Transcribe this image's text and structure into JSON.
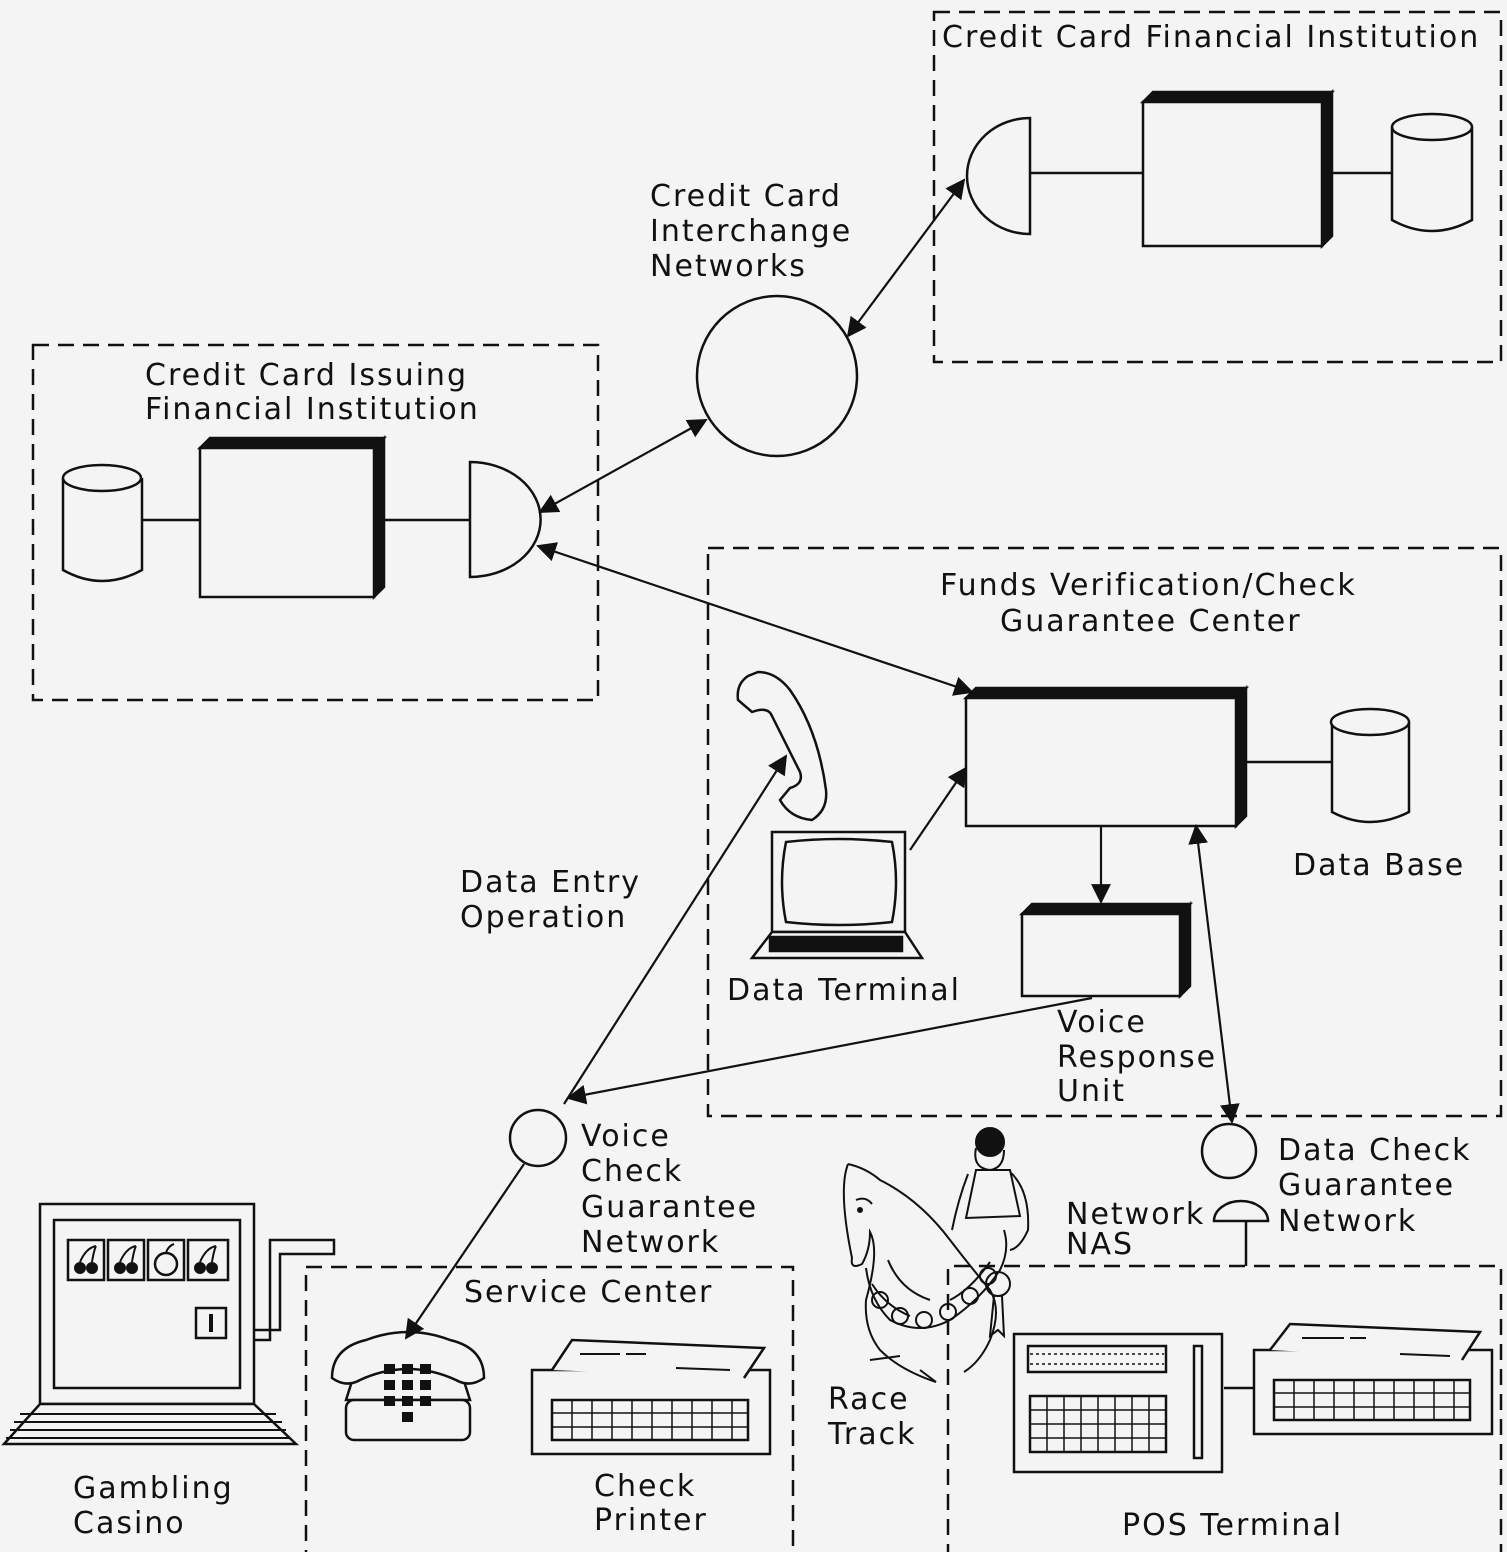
{
  "labels": {
    "cc_financial_institution": "Credit Card Financial Institution",
    "interchange_line1": "Credit Card",
    "interchange_line2": "Interchange",
    "interchange_line3": "Networks",
    "issuing_line1": "Credit Card Issuing",
    "issuing_line2": "Financial Institution",
    "funds_line1": "Funds Verification/Check",
    "funds_line2": "Guarantee Center",
    "data_base": "Data Base",
    "data_entry_line1": "Data Entry",
    "data_entry_line2": "Operation",
    "data_terminal": "Data Terminal",
    "vru_line1": "Voice",
    "vru_line2": "Response",
    "vru_line3": "Unit",
    "voice_net_line1": "Voice",
    "voice_net_line2": "Check",
    "voice_net_line3": "Guarantee",
    "voice_net_line4": "Network",
    "data_net_line1": "Data Check",
    "data_net_line2": "Guarantee",
    "data_net_line3": "Network",
    "nas_line1": "Network",
    "nas_line2": "NAS",
    "service_center": "Service Center",
    "check_printer_line1": "Check",
    "check_printer_line2": "Printer",
    "race_line1": "Race",
    "race_line2": "Track",
    "casino_line1": "Gambling",
    "casino_line2": "Casino",
    "pos_terminal": "POS Terminal"
  }
}
